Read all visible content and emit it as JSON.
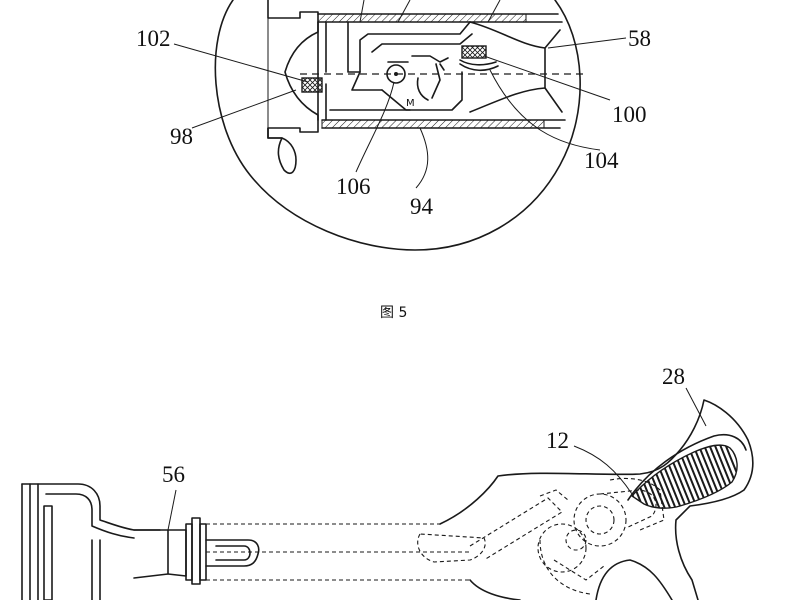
{
  "figure_top": {
    "labels": {
      "l102": "102",
      "l58": "58",
      "l100": "100",
      "l98": "98",
      "l104": "104",
      "l106": "106",
      "l94": "94",
      "mark": "M"
    }
  },
  "caption": "图 5",
  "figure_bottom": {
    "labels": {
      "l28": "28",
      "l12": "12",
      "l56": "56"
    }
  }
}
